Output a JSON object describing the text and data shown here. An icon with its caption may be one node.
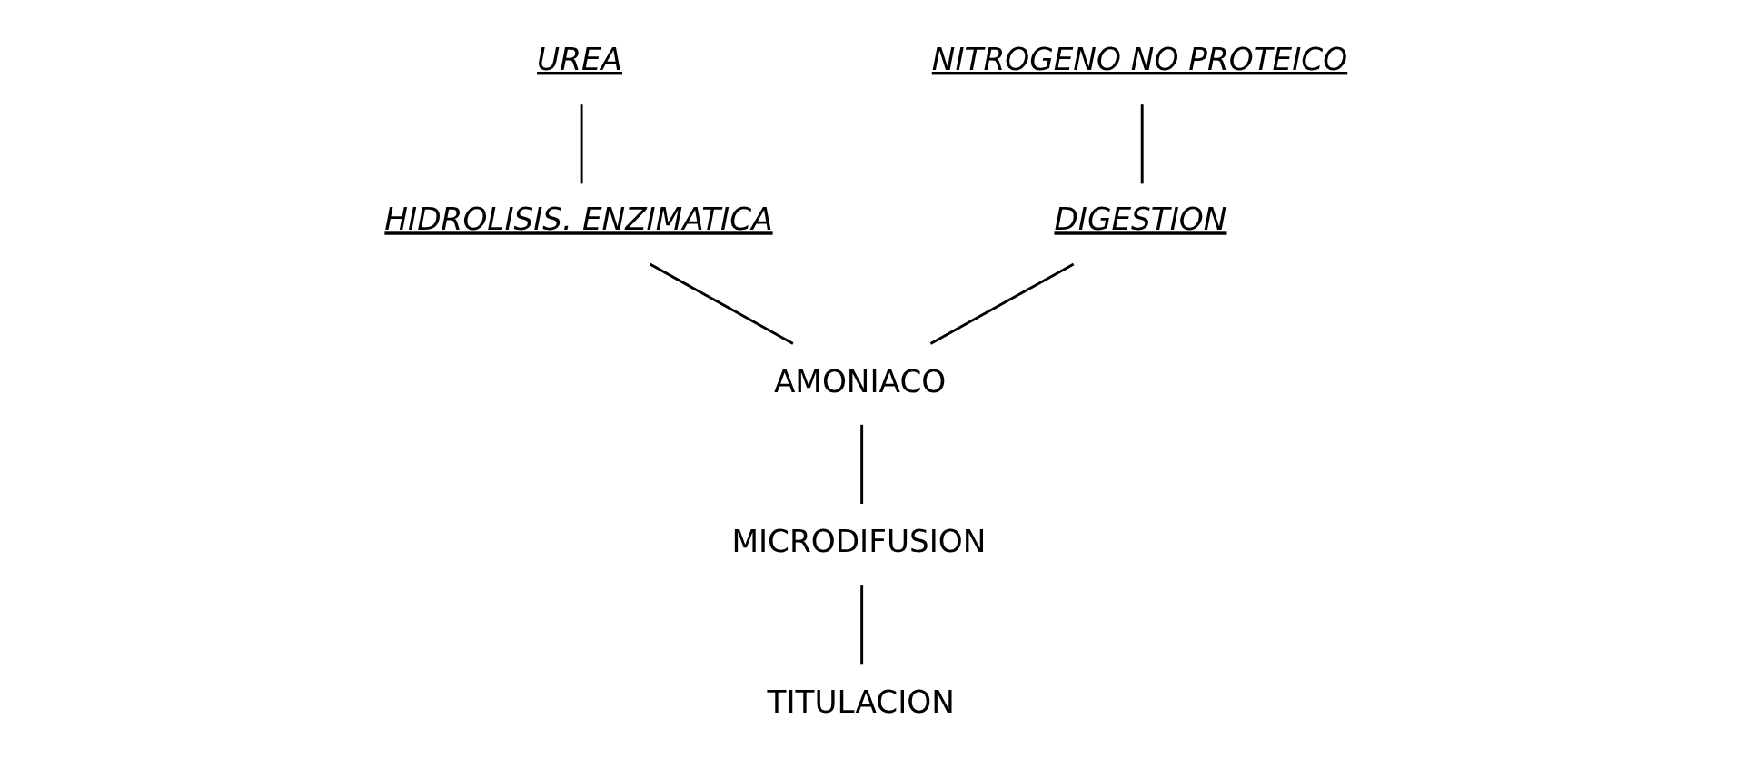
{
  "diagram": {
    "nodes": [
      {
        "text": [
          "UREA"
        ]
      },
      {
        "text": [
          "NITROGENO NO PROTEICO"
        ]
      },
      {
        "text": [
          "HIDROLISIS. ENZIMATICA"
        ]
      },
      {
        "text": [
          "DIGESTION"
        ]
      },
      {
        "text": [
          "AMONIACO"
        ]
      },
      {
        "text": [
          "MICRODIFUSION"
        ]
      },
      {
        "text": [
          "TITULACION"
        ]
      }
    ],
    "edges": [
      {
        "from": 0,
        "to": 2,
        "arrow": "none"
      },
      {
        "from": 1,
        "to": 3,
        "arrow": "none"
      },
      {
        "from": 2,
        "to": 4,
        "arrow": "none"
      },
      {
        "from": 3,
        "to": 4,
        "arrow": "none"
      },
      {
        "from": 4,
        "to": 5,
        "arrow": "none"
      },
      {
        "from": 5,
        "to": 6,
        "arrow": "none"
      }
    ]
  }
}
